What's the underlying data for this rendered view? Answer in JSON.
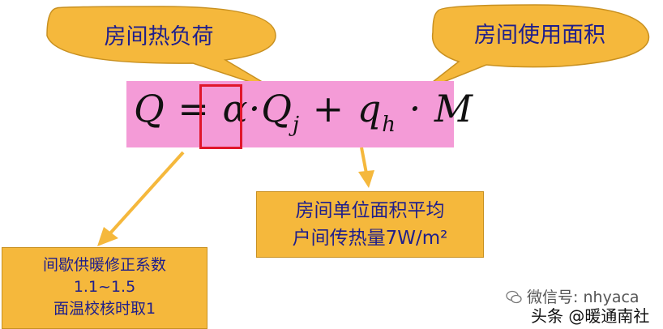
{
  "callouts": {
    "heat_load": "房间热负荷",
    "area_used": "房间使用面积"
  },
  "formula": {
    "lhs": "Q",
    "eq": " = ",
    "alpha": "α",
    "dot1": "·",
    "qj": "Q",
    "qj_sub": "j",
    "plus": " + ",
    "qh": "q",
    "qh_sub": "h",
    "dot2": " · ",
    "m": "M"
  },
  "box_area": {
    "line1": "房间单位面积平均",
    "line2": "户间传热量7W/m²"
  },
  "box_alpha": {
    "line1": "间歇供暖修正系数",
    "line2": "1.1~1.5",
    "line3": "面温校核时取1"
  },
  "watermark": {
    "text": "微信号: nhyaca"
  },
  "footer": {
    "text": "头条 @暖通南社"
  },
  "colors": {
    "callout_fill": "#f5b83c",
    "formula_band": "#f49bd7",
    "alpha_frame": "#e0162b",
    "text_blue": "#1e1e8c",
    "arrow": "#f5b83c"
  }
}
